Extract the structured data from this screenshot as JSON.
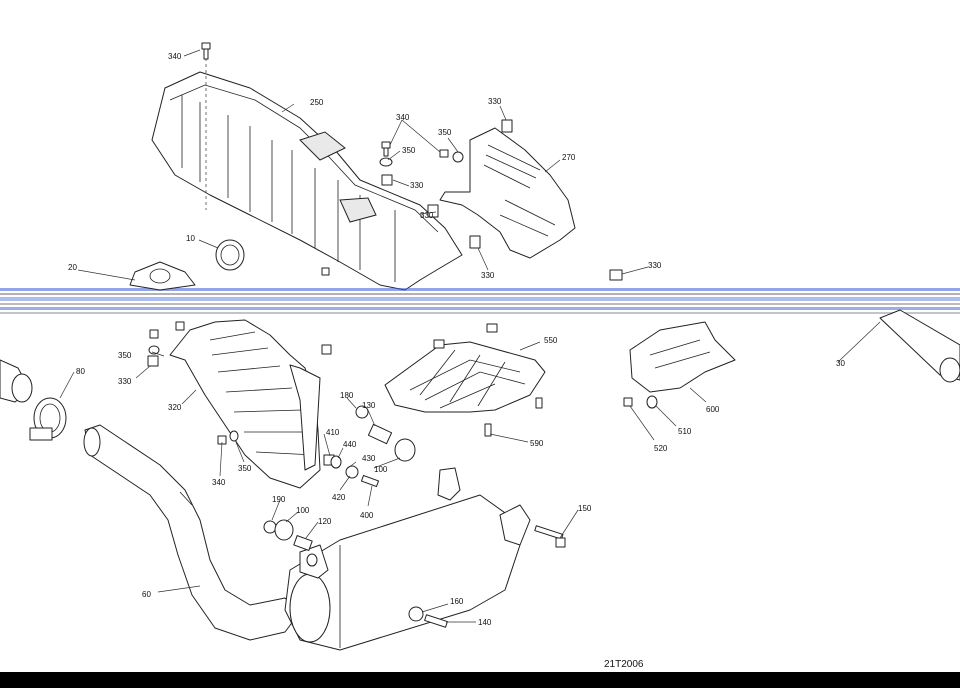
{
  "diagram": {
    "callouts": [
      "340",
      "250",
      "340",
      "350",
      "350",
      "330",
      "330",
      "270",
      "330",
      "10",
      "20",
      "330",
      "330",
      "30",
      "350",
      "330",
      "320",
      "550",
      "180",
      "130",
      "410",
      "440",
      "100",
      "430",
      "420",
      "400",
      "340",
      "350",
      "590",
      "600",
      "510",
      "520",
      "80",
      "190",
      "100",
      "120",
      "150",
      "60",
      "160",
      "140"
    ],
    "figure_code": "21T2006"
  },
  "colors": {
    "line": "#222222",
    "background": "#ffffff",
    "noise_band": "#3b5bd6",
    "bottom_bar": "#000000"
  }
}
